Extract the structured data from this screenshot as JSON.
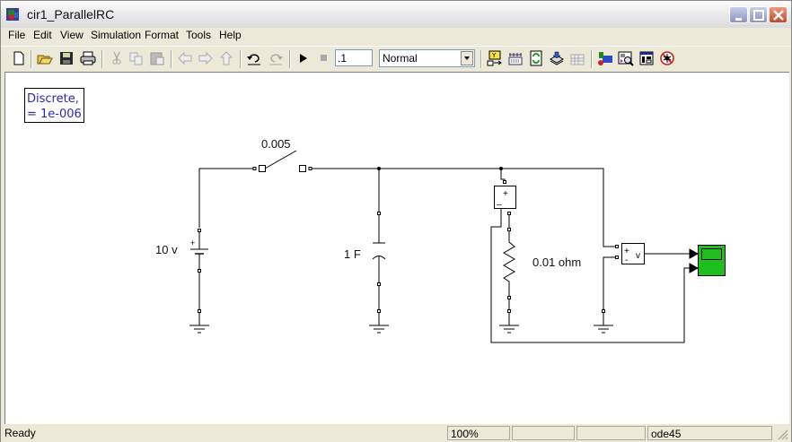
{
  "window": {
    "title": "cir1_ParallelRC",
    "controls": [
      "minimize",
      "maximize",
      "close"
    ]
  },
  "menubar": {
    "items": [
      "File",
      "Edit",
      "View",
      "Simulation",
      "Format",
      "Tools",
      "Help"
    ]
  },
  "toolbar": {
    "buttons": [
      {
        "name": "new-model",
        "icon": "new-document-icon"
      },
      {
        "name": "open",
        "icon": "open-folder-icon"
      },
      {
        "name": "save",
        "icon": "save-disk-icon"
      },
      {
        "name": "print",
        "icon": "printer-icon"
      },
      {
        "name": "cut",
        "icon": "scissors-icon",
        "enabled": false
      },
      {
        "name": "copy",
        "icon": "copy-icon",
        "enabled": false
      },
      {
        "name": "paste",
        "icon": "paste-icon",
        "enabled": false
      },
      {
        "name": "back",
        "icon": "arrow-left-icon",
        "enabled": false
      },
      {
        "name": "forward",
        "icon": "arrow-right-icon",
        "enabled": false
      },
      {
        "name": "up",
        "icon": "arrow-up-icon",
        "enabled": false
      },
      {
        "name": "undo",
        "icon": "undo-icon"
      },
      {
        "name": "redo",
        "icon": "redo-icon",
        "enabled": false
      },
      {
        "name": "start-simulation",
        "icon": "play-icon"
      },
      {
        "name": "stop-simulation",
        "icon": "stop-icon",
        "enabled": false
      },
      {
        "name": "build",
        "icon": "build-icon"
      },
      {
        "name": "update-diagram",
        "icon": "update-icon"
      },
      {
        "name": "refresh",
        "icon": "refresh-icon"
      },
      {
        "name": "library-browser",
        "icon": "library-icon"
      },
      {
        "name": "toggle-model-browser",
        "icon": "grid-icon",
        "enabled": false
      },
      {
        "name": "model-explorer",
        "icon": "model-explorer-icon"
      },
      {
        "name": "debugger",
        "icon": "debugger-icon"
      },
      {
        "name": "model-advisor",
        "icon": "advisor-icon"
      },
      {
        "name": "profiler",
        "icon": "bug-icon"
      }
    ],
    "stop_time": ".1",
    "sim_mode": "Normal"
  },
  "diagram": {
    "powergui": {
      "line1": "Discrete,",
      "line2": "= 1e-006"
    },
    "switch_label": "0.005",
    "source_label": "10 v",
    "capacitor_label": "1 F",
    "resistor_label": "0.01 ohm",
    "current_meas_plus": "+",
    "current_meas_minus": "–",
    "voltage_meas_plus": "+",
    "voltage_meas_minus": "-",
    "voltage_meas_out": "v",
    "source_plus": "+",
    "scope_color": "#1fbf1f"
  },
  "statusbar": {
    "status": "Ready",
    "zoom": "100%",
    "cell2": "",
    "cell3": "",
    "solver": "ode45"
  }
}
